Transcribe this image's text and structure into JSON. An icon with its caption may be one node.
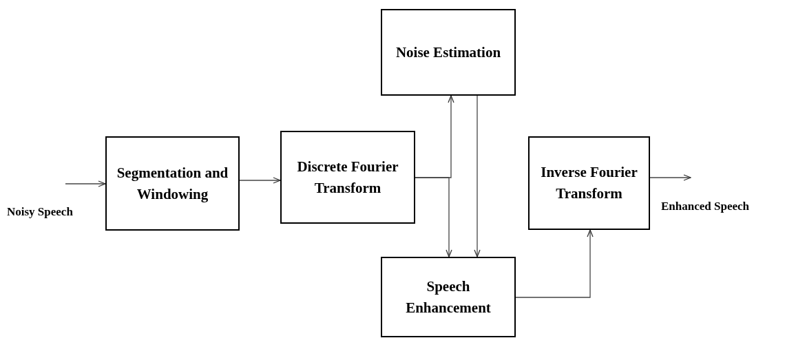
{
  "diagram": {
    "nodes": [
      {
        "text": [
          "Segmentation and Windowing"
        ]
      },
      {
        "text": [
          "Discrete Fourier Transform"
        ]
      },
      {
        "text": [
          "Noise Estimation"
        ]
      },
      {
        "text": [
          "Speech Enhancement"
        ]
      },
      {
        "text": [
          "Inverse Fourier Transform"
        ]
      }
    ],
    "edges": [
      {
        "from": null,
        "to": 0,
        "arrow": "to"
      },
      {
        "from": 0,
        "to": 1,
        "arrow": "to"
      },
      {
        "from": 1,
        "to": 2,
        "arrow": "to"
      },
      {
        "from": 1,
        "to": 3,
        "arrow": "to"
      },
      {
        "from": 2,
        "to": 3,
        "arrow": "to"
      },
      {
        "from": 3,
        "to": 4,
        "arrow": "to"
      },
      {
        "from": 4,
        "to": null,
        "arrow": "to"
      }
    ],
    "labels": [
      "Noisy Speech",
      "Enhanced Speech"
    ]
  }
}
